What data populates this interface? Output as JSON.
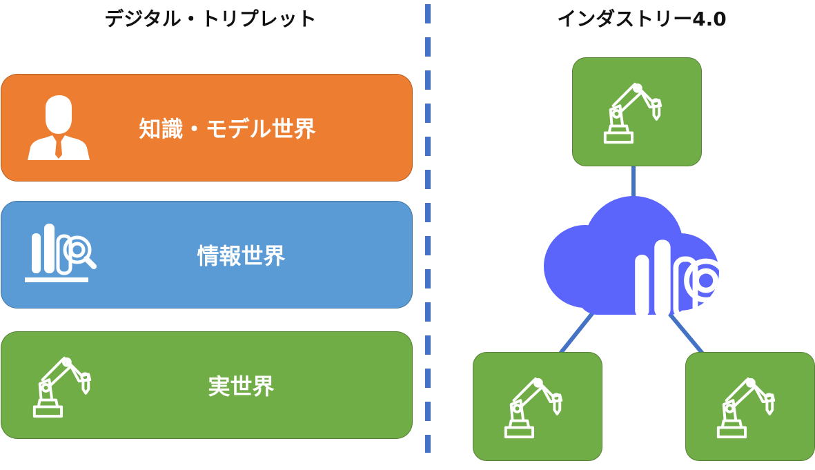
{
  "headings": {
    "left": "デジタル・トリプレット",
    "right": "インダストリー4.0"
  },
  "layers": {
    "knowledge": {
      "label": "知識・モデル世界",
      "icon": "person-icon",
      "color": "#ed7d31"
    },
    "info": {
      "label": "情報世界",
      "icon": "data-analysis-icon",
      "color": "#5b9bd5"
    },
    "real": {
      "label": "実世界",
      "icon": "robot-arm-icon",
      "color": "#70ad47"
    }
  },
  "network": {
    "cloud_icon": "cloud-icon",
    "cloud_color": "#5b64fb",
    "node_icon": "robot-arm-icon",
    "node_color": "#70ad47",
    "connector_color": "#4472c4"
  },
  "divider_color": "#4472c4"
}
